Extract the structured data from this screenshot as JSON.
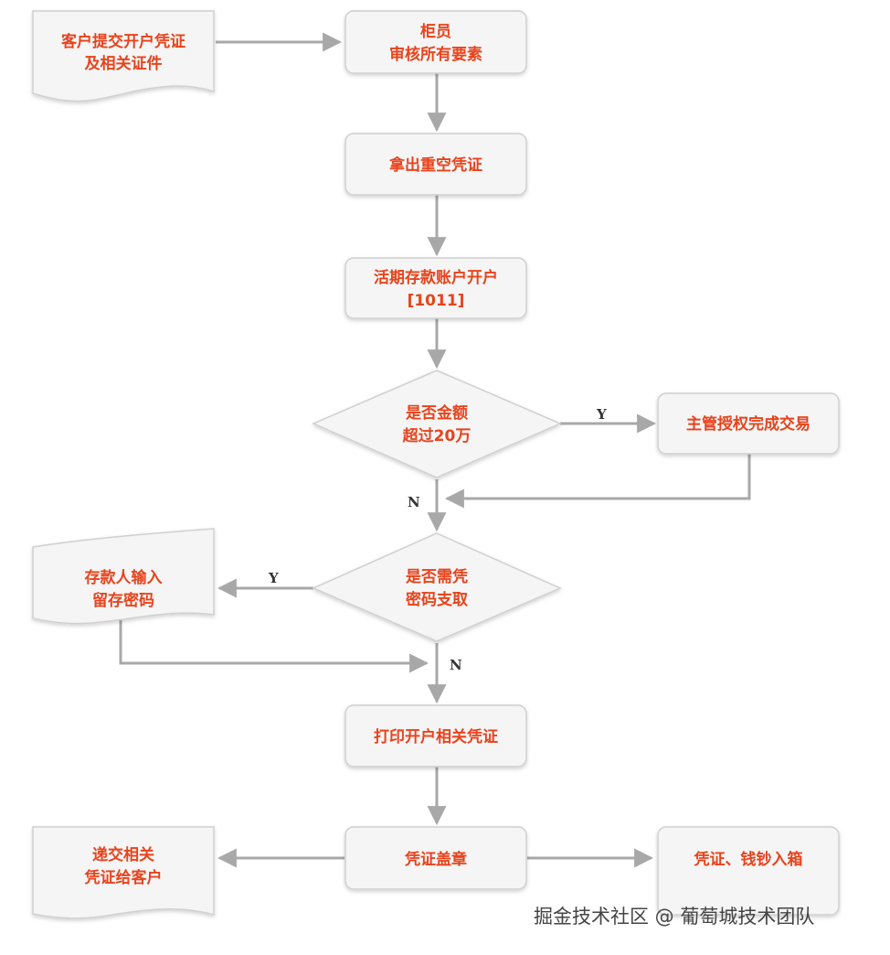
{
  "colors": {
    "node_fill": "#f5f5f5",
    "node_stroke": "#d0d0d0",
    "text": "#e8431c",
    "arrow": "#a8a8a8"
  },
  "nodes": {
    "submit": {
      "line1": "客户提交开户凭证",
      "line2": "及相关证件"
    },
    "teller": {
      "line1": "柜员",
      "line2": "审核所有要素"
    },
    "blank": {
      "line1": "拿出重空凭证"
    },
    "open": {
      "line1": "活期存款账户开户",
      "line2": "[1011]"
    },
    "amount": {
      "line1": "是否金额",
      "line2": "超过20万"
    },
    "auth": {
      "line1": "主管授权完成交易"
    },
    "pwd_need": {
      "line1": "是否需凭",
      "line2": "密码支取"
    },
    "pwd_input": {
      "line1": "存款人输入",
      "line2": "留存密码"
    },
    "print": {
      "line1": "打印开户相关凭证"
    },
    "stamp": {
      "line1": "凭证盖章"
    },
    "deliver": {
      "line1": "递交相关",
      "line2": "凭证给客户"
    },
    "box": {
      "line1": "凭证、钱钞入箱"
    }
  },
  "edges": {
    "amount_yes": "Y",
    "amount_no": "N",
    "pwd_yes": "Y",
    "pwd_no": "N"
  },
  "watermark": "掘金技术社区 @ 葡萄城技术团队"
}
